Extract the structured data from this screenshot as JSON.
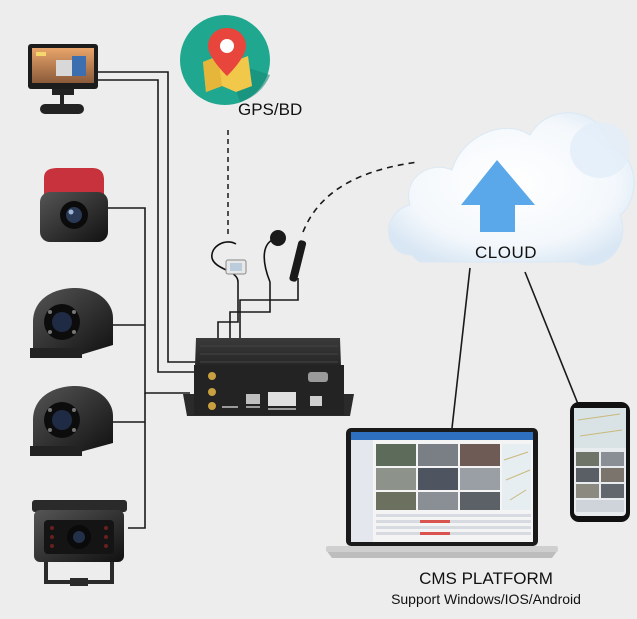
{
  "gps": {
    "label": "GPS/BD",
    "icon": "location-pin-map-icon",
    "badge_color": "#1fa88f",
    "pin_color": "#e8453c"
  },
  "cloud": {
    "label": "CLOUD",
    "icon": "cloud-upload-arrow-icon",
    "arrow_color": "#5aa8ea"
  },
  "platform": {
    "title": "CMS PLATFORM",
    "subtitle": "Support Windows/IOS/Android"
  },
  "devices": {
    "monitor": "in-car-monitor",
    "cameras": [
      "driver-camera",
      "side-camera",
      "side-camera",
      "rear-camera"
    ],
    "recorder": "mobile-dvr",
    "antennas": [
      "gps-antenna",
      "wifi-antenna",
      "4g-antenna"
    ],
    "clients": [
      "laptop",
      "smartphone"
    ]
  }
}
